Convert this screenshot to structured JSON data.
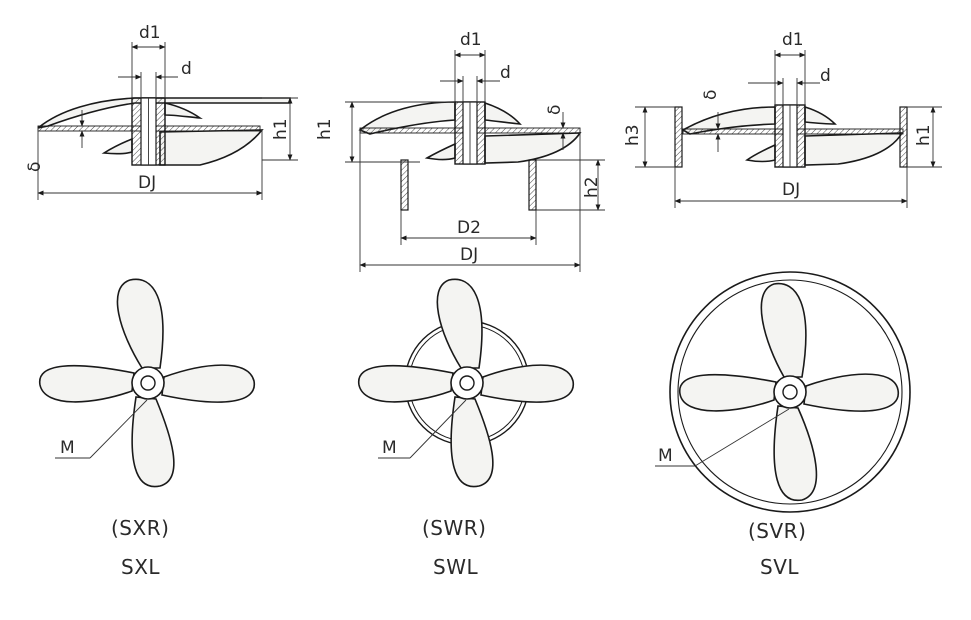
{
  "colors": {
    "ink": "#1a1a1a",
    "paper": "#ffffff"
  },
  "side_views": [
    {
      "id": "sxl",
      "labels": {
        "d1": "d1",
        "d": "d",
        "h1": "h1",
        "delta": "δ",
        "Dj": "DJ"
      }
    },
    {
      "id": "swl",
      "labels": {
        "d1": "d1",
        "d": "d",
        "h1": "h1",
        "delta": "δ",
        "h2": "h2",
        "D2": "D2",
        "Dj": "DJ"
      }
    },
    {
      "id": "svl",
      "labels": {
        "d1": "d1",
        "d": "d",
        "h3": "h3",
        "h1": "h1",
        "delta": "δ",
        "Dj": "DJ"
      }
    }
  ],
  "top_views": [
    {
      "id": "sxl",
      "m_label": "M",
      "caption_top": "(SXR)",
      "caption_bottom": "SXL"
    },
    {
      "id": "swl",
      "m_label": "M",
      "caption_top": "(SWR)",
      "caption_bottom": "SWL"
    },
    {
      "id": "svl",
      "m_label": "M",
      "caption_top": "(SVR)",
      "caption_bottom": "SVL"
    }
  ]
}
